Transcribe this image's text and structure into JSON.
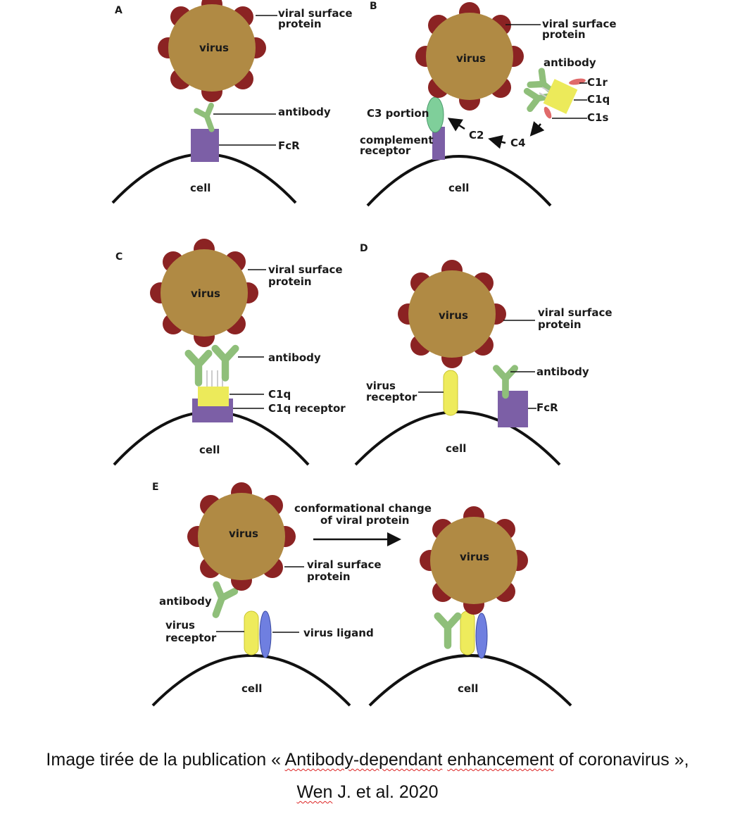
{
  "panels": {
    "a": "A",
    "b": "B",
    "c": "C",
    "d": "D",
    "e": "E"
  },
  "labels": {
    "virus": "virus",
    "cell": "cell",
    "viral_surface_protein_1": "viral surface",
    "viral_surface_protein_2": "protein",
    "antibody": "antibody",
    "fcr": "FcR",
    "c1r": "C1r",
    "c1q": "C1q",
    "c1s": "C1s",
    "c2": "C2",
    "c4": "C4",
    "c3_portion": "C3 portion",
    "complement_receptor_1": "complement",
    "complement_receptor_2": "receptor",
    "c1q_receptor": "C1q receptor",
    "virus_receptor_1": "virus",
    "virus_receptor_2": "receptor",
    "virus_ligand": "virus ligand",
    "conformational_1": "conformational change",
    "conformational_2": "of viral protein"
  },
  "caption": {
    "line1_pre": "Image tirée de la publication « ",
    "line1_u1": "Antibody-dependant",
    "line1_mid": " ",
    "line1_u2": "enhancement",
    "line1_post": " of coronavirus »,",
    "line2_u": "Wen",
    "line2_post": " J. et al. 2020"
  },
  "colors": {
    "virus": "#b08a44",
    "spike": "#8b2323",
    "antibody": "#8fbf7a",
    "fcr": "#7c5fa6",
    "c1q": "#ecea5a",
    "virus_receptor": "#eeeb5c",
    "virus_ligand": "#6f7fe0",
    "c3": "#7fcf9a",
    "c1r_c1s": "#e06a6a"
  }
}
